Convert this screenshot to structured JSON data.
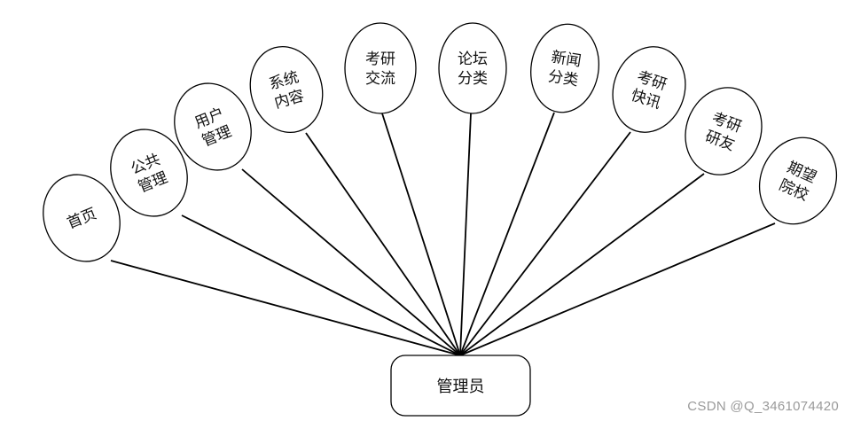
{
  "root": {
    "label": "管理员"
  },
  "nodes": [
    {
      "id": "home",
      "lines": [
        "首页"
      ]
    },
    {
      "id": "public-management",
      "lines": [
        "公共",
        "管理"
      ]
    },
    {
      "id": "user-management",
      "lines": [
        "用户",
        "管理"
      ]
    },
    {
      "id": "system-content",
      "lines": [
        "系统",
        "内容"
      ]
    },
    {
      "id": "exam-exchange",
      "lines": [
        "考研",
        "交流"
      ]
    },
    {
      "id": "forum-category",
      "lines": [
        "论坛",
        "分类"
      ]
    },
    {
      "id": "news-category",
      "lines": [
        "新闻",
        "分类"
      ]
    },
    {
      "id": "exam-news",
      "lines": [
        "考研",
        "快讯"
      ]
    },
    {
      "id": "exam-friends",
      "lines": [
        "考研",
        "研友"
      ]
    },
    {
      "id": "target-schools",
      "lines": [
        "期望",
        "院校"
      ]
    }
  ],
  "watermark": "CSDN @Q_3461074420"
}
